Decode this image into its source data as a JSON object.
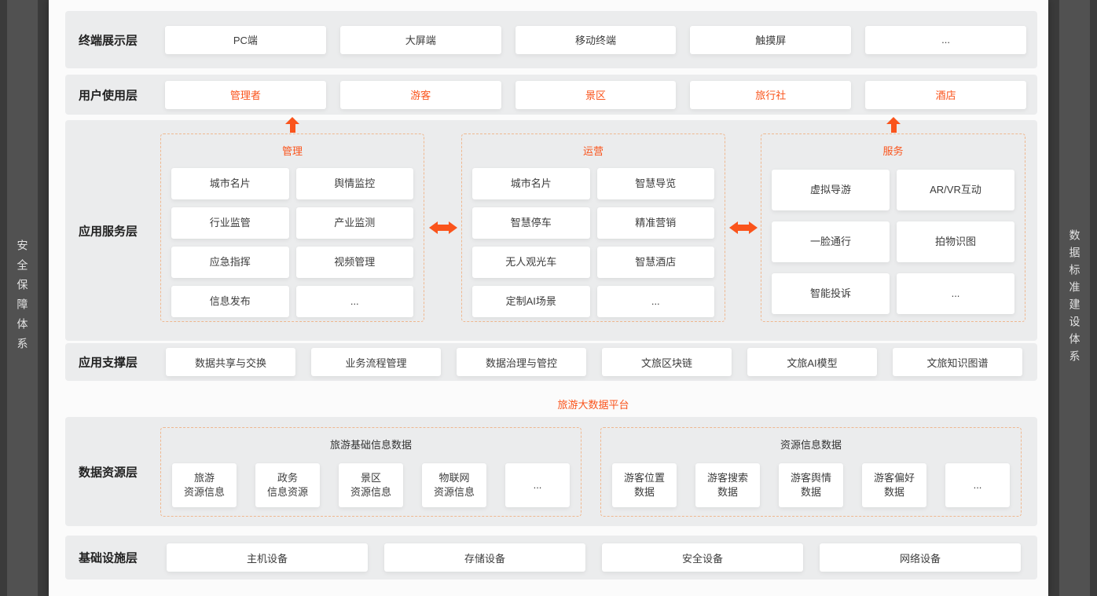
{
  "sidebars": {
    "left": "安全保障体系",
    "right": "数据标准建设体系"
  },
  "colors": {
    "accent": "#fa541c",
    "row_bg": "#ebeced",
    "sidebar_bg": "#515151",
    "page_bg": "#3b3b3b"
  },
  "terminal_layer": {
    "label": "终端展示层",
    "items": [
      "PC端",
      "大屏端",
      "移动终端",
      "触摸屏",
      "..."
    ]
  },
  "user_layer": {
    "label": "用户使用层",
    "items": [
      "管理者",
      "游客",
      "景区",
      "旅行社",
      "酒店"
    ]
  },
  "app_service_layer": {
    "label": "应用服务层",
    "management": {
      "title": "管理",
      "items": [
        "城市名片",
        "舆情监控",
        "行业监管",
        "产业监测",
        "应急指挥",
        "视频管理",
        "信息发布",
        "..."
      ]
    },
    "operation": {
      "title": "运营",
      "items": [
        "城市名片",
        "智慧导览",
        "智慧停车",
        "精准营销",
        "无人观光车",
        "智慧酒店",
        "定制AI场景",
        "..."
      ]
    },
    "service": {
      "title": "服务",
      "items": [
        "虚拟导游",
        "AR/VR互动",
        "一脸通行",
        "拍物识图",
        "智能投诉",
        "..."
      ]
    }
  },
  "app_support_layer": {
    "label": "应用支撑层",
    "items": [
      "数据共享与交换",
      "业务流程管理",
      "数据治理与管控",
      "文旅区块链",
      "文旅AI模型",
      "文旅知识图谱"
    ]
  },
  "platform_caption": "旅游大数据平台",
  "data_resource_layer": {
    "label": "数据资源层",
    "basic_group": {
      "title": "旅游基础信息数据",
      "items": [
        "旅游\n资源信息",
        "政务\n信息资源",
        "景区\n资源信息",
        "物联网\n资源信息",
        "..."
      ]
    },
    "resource_group": {
      "title": "资源信息数据",
      "items": [
        "游客位置\n数据",
        "游客搜索\n数据",
        "游客舆情\n数据",
        "游客偏好\n数据",
        "..."
      ]
    }
  },
  "infrastructure_layer": {
    "label": "基础设施层",
    "items": [
      "主机设备",
      "存储设备",
      "安全设备",
      "网络设备"
    ]
  }
}
